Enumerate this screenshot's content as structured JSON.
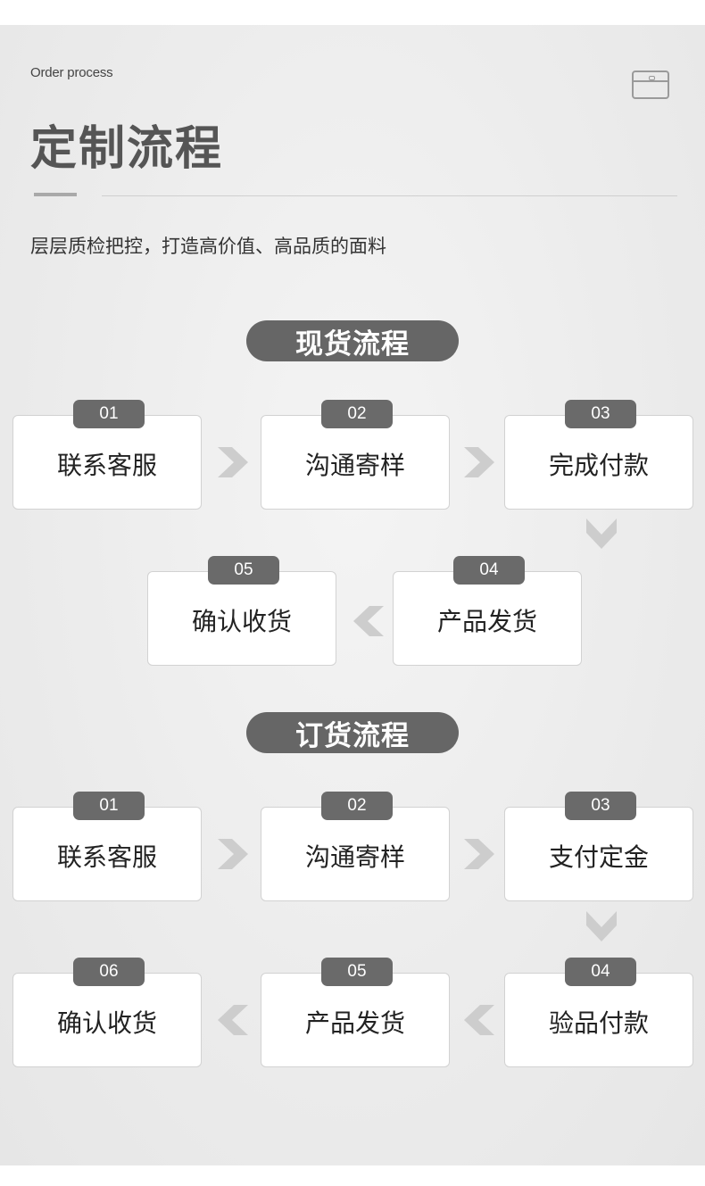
{
  "header": {
    "eyebrow": "Order process",
    "title": "定制流程",
    "subtitle": "层层质检把控，打造高价值、高品质的面料",
    "icon": "box-icon"
  },
  "sections": [
    {
      "title": "现货流程",
      "steps": [
        {
          "num": "01",
          "label": "联系客服"
        },
        {
          "num": "02",
          "label": "沟通寄样"
        },
        {
          "num": "03",
          "label": "完成付款"
        },
        {
          "num": "04",
          "label": "产品发货"
        },
        {
          "num": "05",
          "label": "确认收货"
        }
      ]
    },
    {
      "title": "订货流程",
      "steps": [
        {
          "num": "01",
          "label": "联系客服"
        },
        {
          "num": "02",
          "label": "沟通寄样"
        },
        {
          "num": "03",
          "label": "支付定金"
        },
        {
          "num": "04",
          "label": "验品付款"
        },
        {
          "num": "05",
          "label": "产品发货"
        },
        {
          "num": "06",
          "label": "确认收货"
        }
      ]
    }
  ],
  "colors": {
    "pill": "#666666",
    "badge": "#6a6a6a",
    "arrow": "#cdcdcd",
    "background": "#ececec"
  }
}
